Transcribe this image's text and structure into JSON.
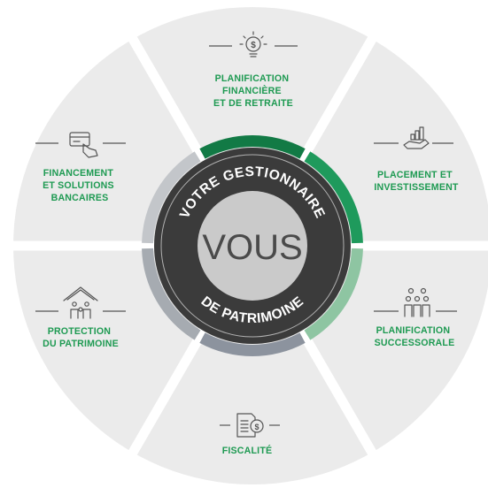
{
  "center": {
    "label": "VOUS"
  },
  "ring": {
    "top_text": "VOTRE GESTIONNAIRE",
    "bottom_text": "DE PATRIMOINE"
  },
  "colors": {
    "segment_bg": "#ebebeb",
    "separator": "#ffffff",
    "label": "#1e9a52",
    "ring_dark": "#3b3b3b",
    "center_disc": "#cacaca",
    "arc_dark_green": "#127a45",
    "arc_green": "#1f9a5c",
    "arc_light_green": "#8ec5a2",
    "arc_blue_grey": "#8c939e",
    "arc_grey": "#a6abb1",
    "arc_light_grey": "#c3c6ca"
  },
  "segments": [
    {
      "lines": [
        "PLANIFICATION",
        "FINANCIÈRE",
        "ET DE RETRAITE"
      ],
      "icon": "lightbulb-dollar-icon"
    },
    {
      "lines": [
        "PLACEMENT ET",
        "INVESTISSEMENT"
      ],
      "icon": "hand-chart-icon"
    },
    {
      "lines": [
        "PLANIFICATION",
        "SUCCESSORALE"
      ],
      "icon": "family-icon"
    },
    {
      "lines": [
        "FISCALITÉ"
      ],
      "icon": "tax-document-icon"
    },
    {
      "lines": [
        "PROTECTION",
        "DU PATRIMOINE"
      ],
      "icon": "house-family-icon"
    },
    {
      "lines": [
        "FINANCEMENT",
        "ET SOLUTIONS",
        "BANCAIRES"
      ],
      "icon": "card-hand-icon"
    }
  ]
}
